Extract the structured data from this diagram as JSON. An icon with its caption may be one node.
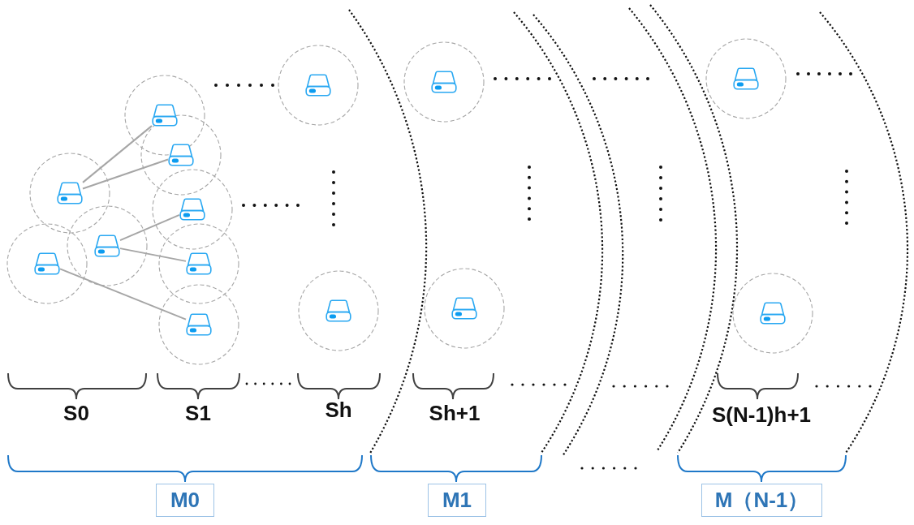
{
  "diagram": {
    "nodes": [
      {
        "text": [],
        "shape": "box"
      },
      {
        "text": [],
        "shape": "box"
      },
      {
        "text": [],
        "shape": "box"
      },
      {
        "text": [],
        "shape": "box"
      },
      {
        "text": [],
        "shape": "box"
      },
      {
        "text": [],
        "shape": "box"
      },
      {
        "text": [],
        "shape": "box"
      },
      {
        "text": [],
        "shape": "box"
      },
      {
        "text": [],
        "shape": "box"
      },
      {
        "text": [],
        "shape": "box"
      },
      {
        "text": [],
        "shape": "box"
      },
      {
        "text": [],
        "shape": "box"
      },
      {
        "text": [],
        "shape": "box"
      },
      {
        "text": [],
        "shape": "box"
      },
      {
        "text": [
          "M0"
        ]
      },
      {
        "text": [
          "M1"
        ]
      },
      {
        "text": [
          "M（N-1）"
        ]
      }
    ],
    "edges": [
      {
        "from": 0,
        "to": 3,
        "arrow": "none"
      },
      {
        "from": 0,
        "to": 4,
        "arrow": "none"
      },
      {
        "from": 2,
        "to": 5,
        "arrow": "none"
      },
      {
        "from": 2,
        "to": 6,
        "arrow": "none"
      },
      {
        "from": 1,
        "to": 7,
        "arrow": "none"
      }
    ],
    "labels": [
      "S0",
      "S1",
      "Sh",
      "Sh+1",
      "S(N-1)h+1"
    ]
  }
}
